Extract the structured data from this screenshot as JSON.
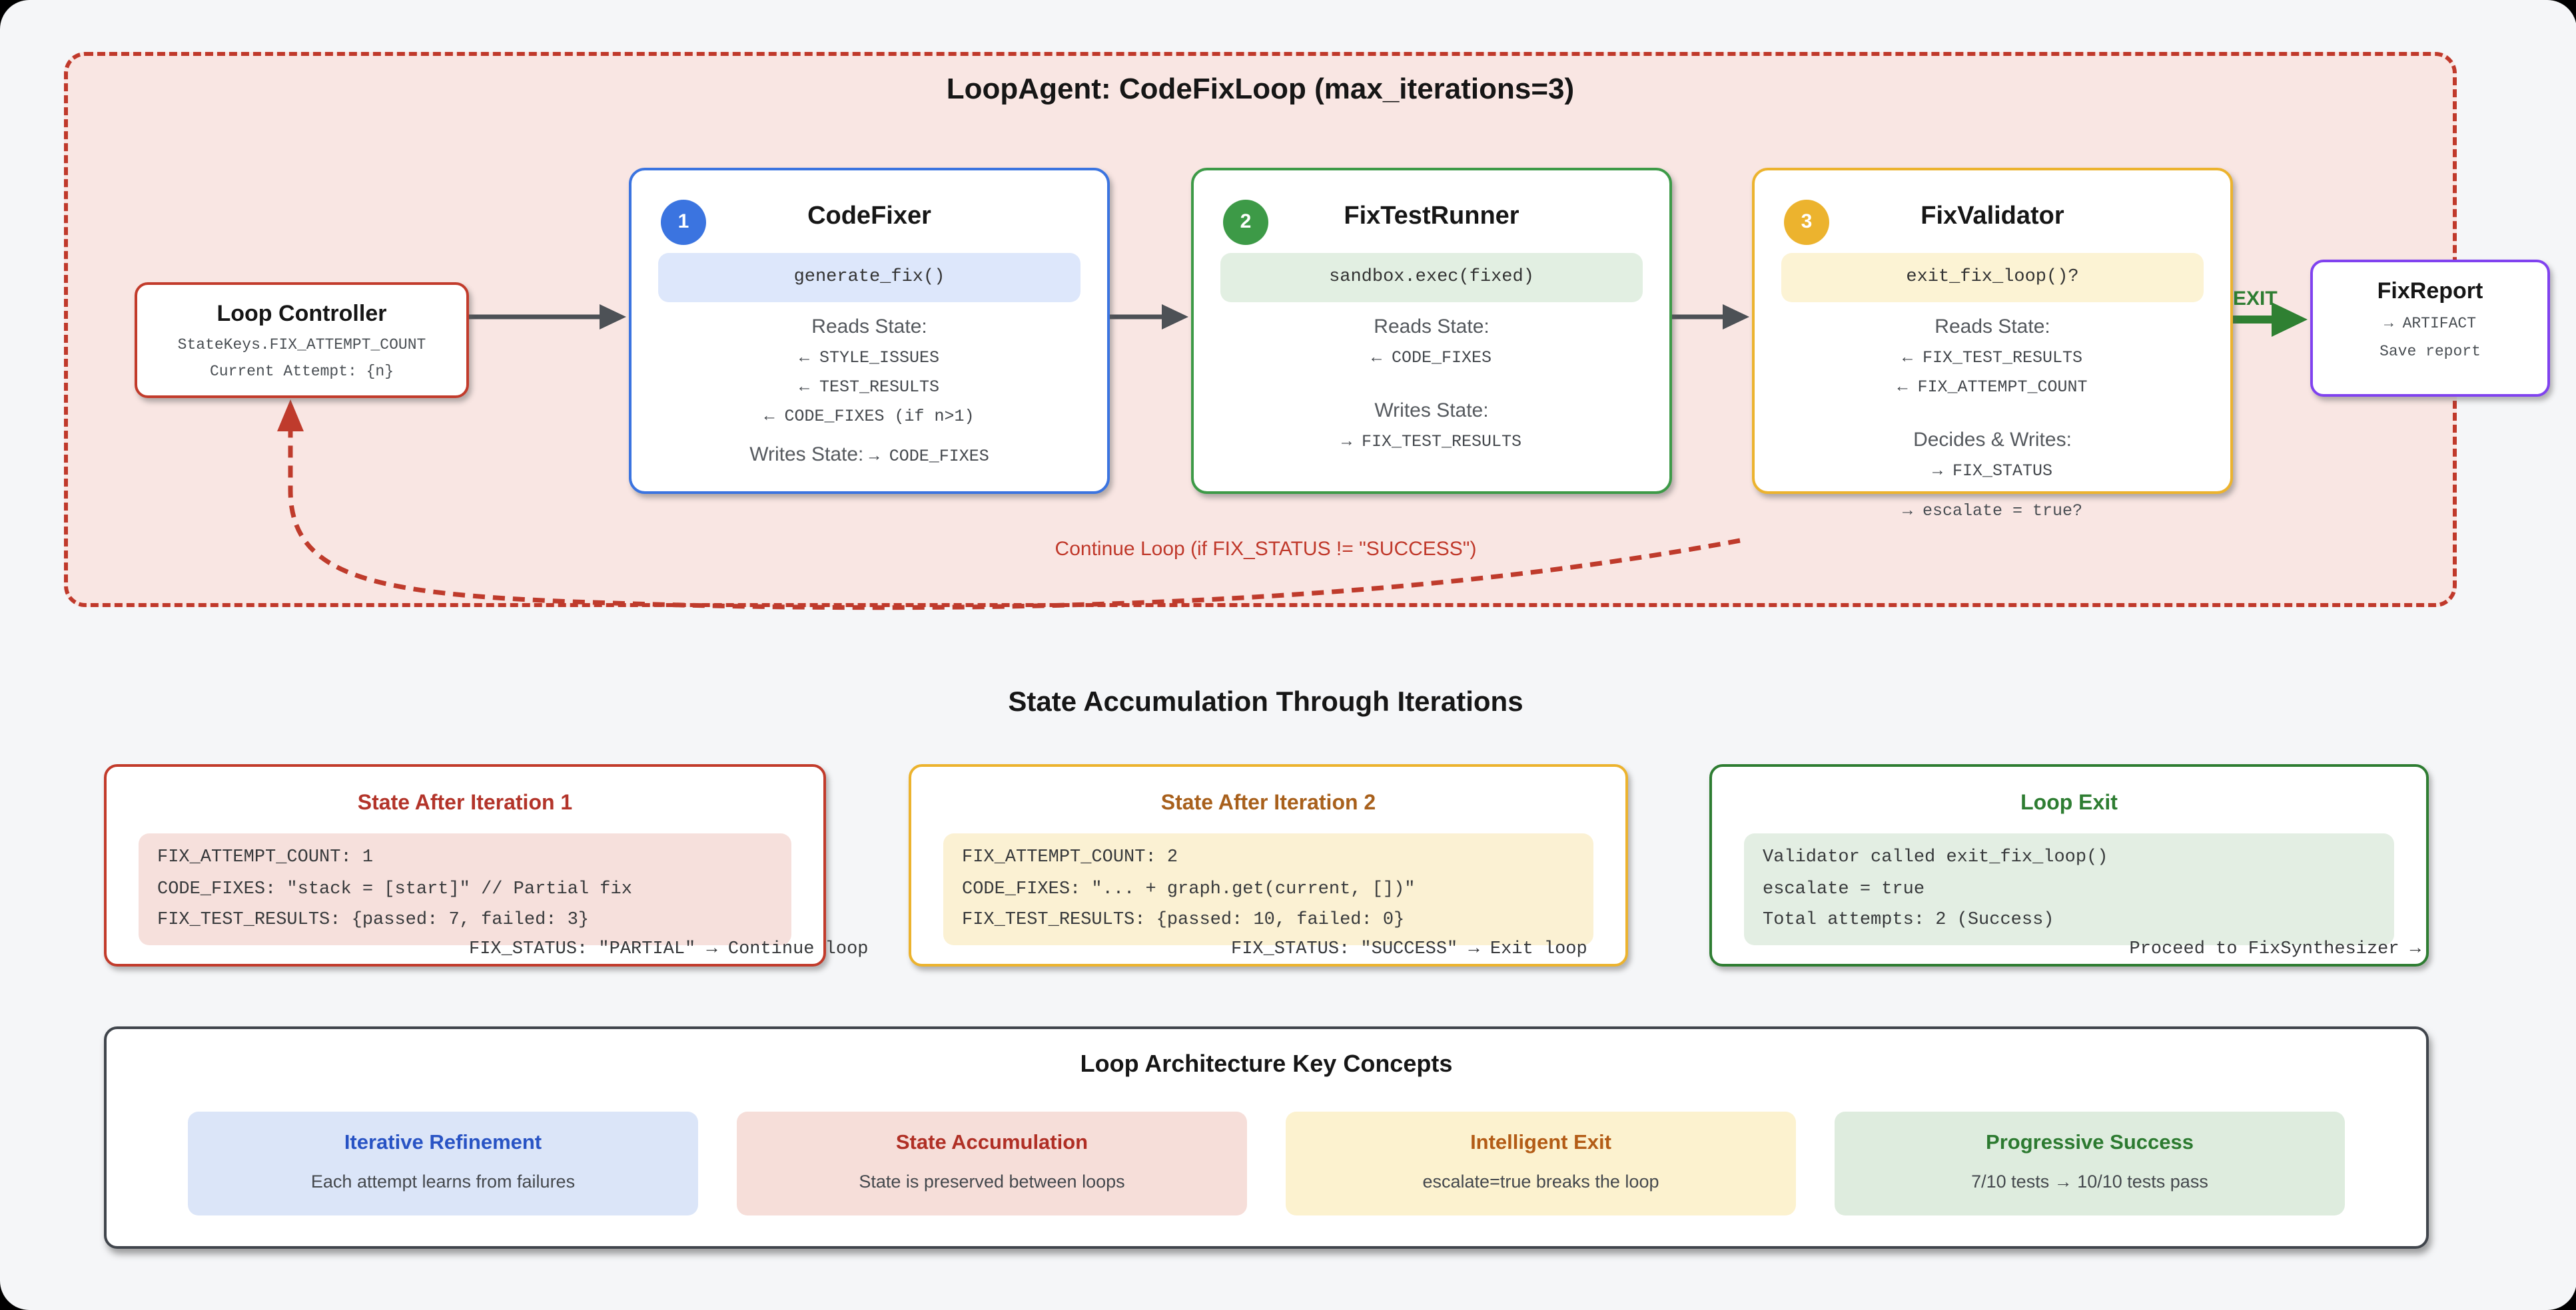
{
  "loop": {
    "title": "LoopAgent: CodeFixLoop (max_iterations=3)",
    "controller": {
      "title": "Loop Controller",
      "lines": [
        "StateKeys.FIX_ATTEMPT_COUNT",
        "Current Attempt: {n}"
      ]
    },
    "agents": [
      {
        "number": "1",
        "title": "CodeFixer",
        "pill": "generate_fix()",
        "sections": [
          {
            "label": "Reads State:",
            "items": [
              "← STYLE_ISSUES",
              "← TEST_RESULTS",
              "← CODE_FIXES (if n>1)"
            ]
          }
        ],
        "writes_inline": {
          "label": "Writes State:",
          "value": "→ CODE_FIXES"
        }
      },
      {
        "number": "2",
        "title": "FixTestRunner",
        "pill": "sandbox.exec(fixed)",
        "sections": [
          {
            "label": "Reads State:",
            "items": [
              "← CODE_FIXES"
            ]
          },
          {
            "label": "Writes State:",
            "items": [
              "→ FIX_TEST_RESULTS"
            ]
          }
        ]
      },
      {
        "number": "3",
        "title": "FixValidator",
        "pill": "exit_fix_loop()?",
        "sections": [
          {
            "label": "Reads State:",
            "items": [
              "← FIX_TEST_RESULTS",
              "← FIX_ATTEMPT_COUNT"
            ]
          },
          {
            "label": "Decides & Writes:",
            "items": [
              "→ FIX_STATUS"
            ]
          }
        ],
        "overflow_line": "→ escalate = true?"
      }
    ],
    "exit_label": "EXIT",
    "report": {
      "title": "FixReport",
      "lines": [
        "→ ARTIFACT",
        "Save report"
      ]
    },
    "continue_label": "Continue Loop (if FIX_STATUS != \"SUCCESS\")"
  },
  "state_section": {
    "title": "State Accumulation Through Iterations",
    "boxes": [
      {
        "title": "State After Iteration 1",
        "lines": [
          "FIX_ATTEMPT_COUNT: 1",
          "CODE_FIXES: \"stack = [start]\" // Partial fix",
          "FIX_TEST_RESULTS: {passed: 7, failed: 3}"
        ],
        "overflow": "FIX_STATUS: \"PARTIAL\" → Continue loop"
      },
      {
        "title": "State After Iteration 2",
        "lines": [
          "FIX_ATTEMPT_COUNT: 2",
          "CODE_FIXES: \"... + graph.get(current, [])\"",
          "FIX_TEST_RESULTS: {passed: 10, failed: 0}"
        ],
        "overflow": "FIX_STATUS: \"SUCCESS\" → Exit loop"
      },
      {
        "title": "Loop Exit",
        "lines": [
          "Validator called exit_fix_loop()",
          "escalate = true",
          "Total attempts: 2 (Success)"
        ],
        "overflow": "Proceed to FixSynthesizer →"
      }
    ]
  },
  "concepts": {
    "title": "Loop Architecture Key Concepts",
    "cards": [
      {
        "title": "Iterative Refinement",
        "text": "Each attempt learns from failures"
      },
      {
        "title": "State Accumulation",
        "text": "State is preserved between loops"
      },
      {
        "title": "Intelligent Exit",
        "text": "escalate=true breaks the loop"
      },
      {
        "title": "Progressive Success",
        "text": "7/10 tests → 10/10 tests pass"
      }
    ]
  },
  "colors": {
    "page_bg": "#f5f6f8",
    "loop_bg": "#f9e6e3",
    "loop_border": "#c0392b",
    "blue_accent": "#3b74e0",
    "green_accent": "#3d9a47",
    "yellow_accent": "#ecb32e",
    "purple_accent": "#8042ef",
    "exit_green": "#2e7d32",
    "arrow_gray": "#4d5156"
  }
}
